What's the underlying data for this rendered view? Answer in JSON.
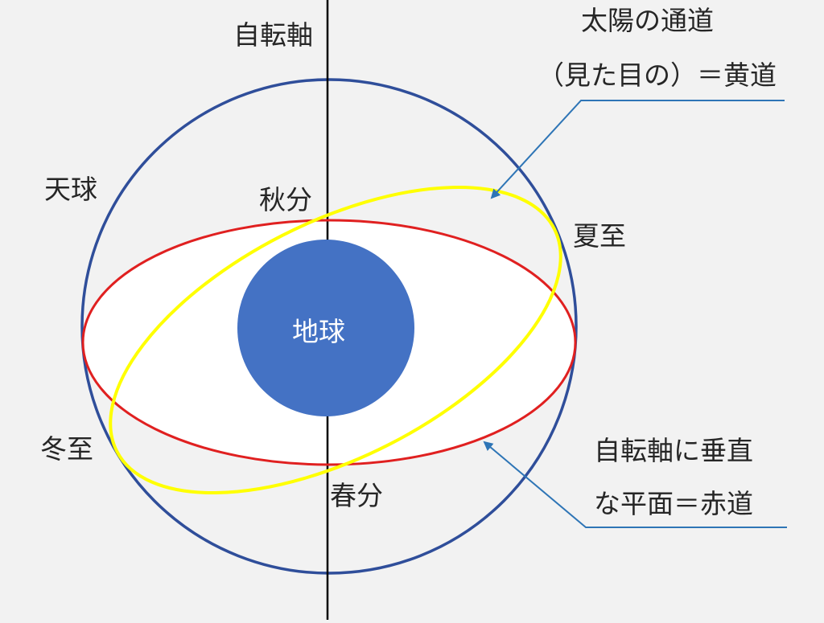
{
  "labels": {
    "axis": "自転軸",
    "sun_path_line1": "太陽の通道",
    "sun_path_line2": "（見た目の）＝黄道",
    "celestial_sphere": "天球",
    "autumn_equinox": "秋分",
    "summer_solstice": "夏至",
    "earth": "地球",
    "winter_solstice": "冬至",
    "spring_equinox": "春分",
    "plane_line1": "自転軸に垂直",
    "plane_line2": "な平面＝赤道"
  },
  "colors": {
    "background": "#f2f2f2",
    "sphere": "#2f4e9a",
    "earth": "#4472c4",
    "equator": "#e02020",
    "ecliptic": "#ffff00",
    "axis": "#000000",
    "callout": "#2e75b6"
  }
}
